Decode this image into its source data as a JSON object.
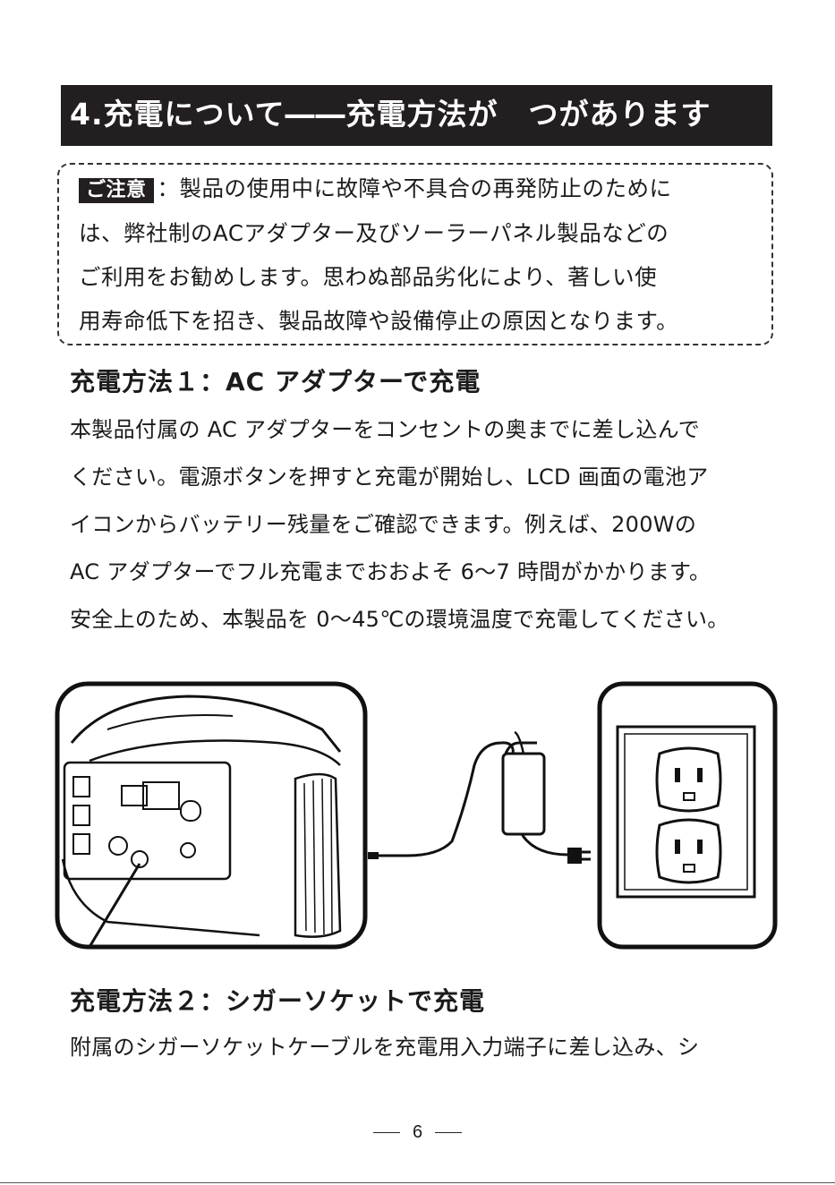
{
  "header": {
    "title": "4.充電について――充電方法が　つがあります"
  },
  "notice": {
    "badge": "ご注意",
    "lines": [
      "：製品の使用中に故障や不具合の再発防止のために",
      "は、弊社制のACアダプター及びソーラーパネル製品などの",
      "ご利用をお勧めします。思わぬ部品劣化により、著しい使",
      "用寿命低下を招き、製品故障や設備停止の原因となります。"
    ]
  },
  "method1": {
    "title": "充電方法１：AC アダプターで充電",
    "lines": [
      "本製品付属の AC アダプターをコンセントの奥までに差し込んで",
      "ください。電源ボタンを押すと充電が開始し、LCD 画面の電池ア",
      "イコンからバッテリー残量をご確認できます。例えば、200Wの",
      "AC アダプターでフル充電までおおよそ 6～7 時間がかかります。",
      "安全上のため、本製品を 0～45℃の環境温度で充電してください。"
    ]
  },
  "method2": {
    "title": "充電方法２：シガーソケットで充電",
    "lines": [
      "附属のシガーソケットケーブルを充電用入力端子に差し込み、シ"
    ]
  },
  "footer": {
    "page_number": "6"
  }
}
